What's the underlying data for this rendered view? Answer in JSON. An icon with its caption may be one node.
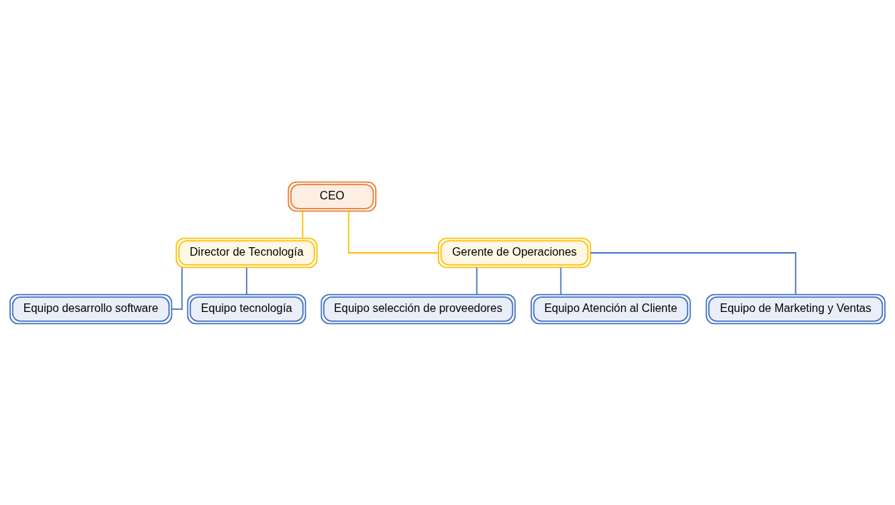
{
  "diagram": {
    "nodes": [
      {
        "text": [
          "CEO"
        ]
      },
      {
        "text": [
          "Director de Tecnología"
        ]
      },
      {
        "text": [
          "Gerente de Operaciones"
        ]
      },
      {
        "text": [
          "Equipo desarrollo software"
        ]
      },
      {
        "text": [
          "Equipo tecnología"
        ]
      },
      {
        "text": [
          "Equipo selección de proveedores"
        ]
      },
      {
        "text": [
          "Equipo Atención al Cliente"
        ]
      },
      {
        "text": [
          "Equipo de Marketing y Ventas"
        ]
      }
    ],
    "edges": [
      {
        "from": 0,
        "to": 1,
        "arrow": "none",
        "color": "#ffc000"
      },
      {
        "from": 0,
        "to": 2,
        "arrow": "none",
        "color": "#ffc000"
      },
      {
        "from": 1,
        "to": 3,
        "arrow": "none"
      },
      {
        "from": 1,
        "to": 4,
        "arrow": "none"
      },
      {
        "from": 2,
        "to": 5,
        "arrow": "none"
      },
      {
        "from": 2,
        "to": 6,
        "arrow": "none"
      },
      {
        "from": 2,
        "to": 7,
        "arrow": "none"
      }
    ]
  }
}
